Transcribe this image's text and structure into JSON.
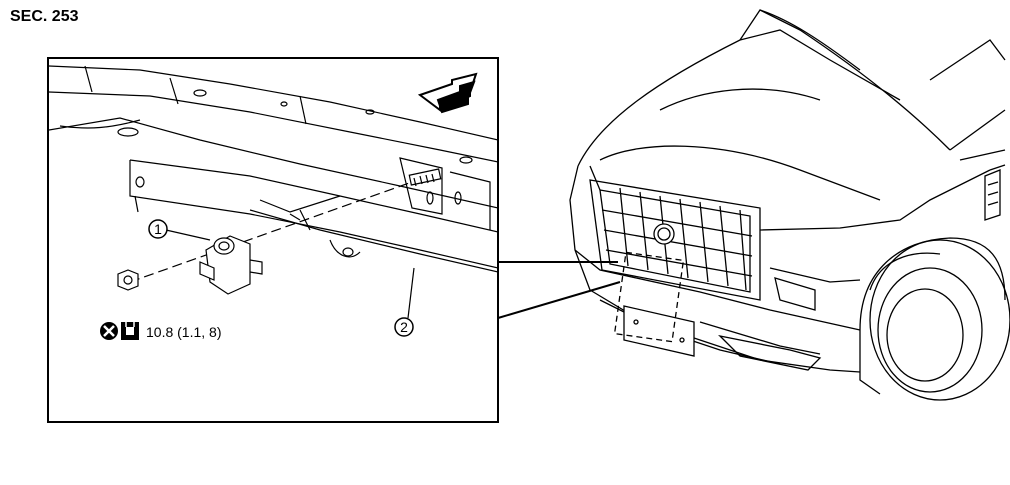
{
  "section": "SEC. 253",
  "callouts": [
    {
      "id": "1",
      "label": "①"
    },
    {
      "id": "2",
      "label": "②"
    }
  ],
  "torque": {
    "value_text": "10.8 (1.1, 8)",
    "icons": [
      "do-not-reuse-icon",
      "nut-torque-icon"
    ]
  },
  "icons": {
    "direction_arrow": "front-direction-arrow-icon"
  },
  "colors": {
    "line": "#000000",
    "background": "#ffffff"
  }
}
